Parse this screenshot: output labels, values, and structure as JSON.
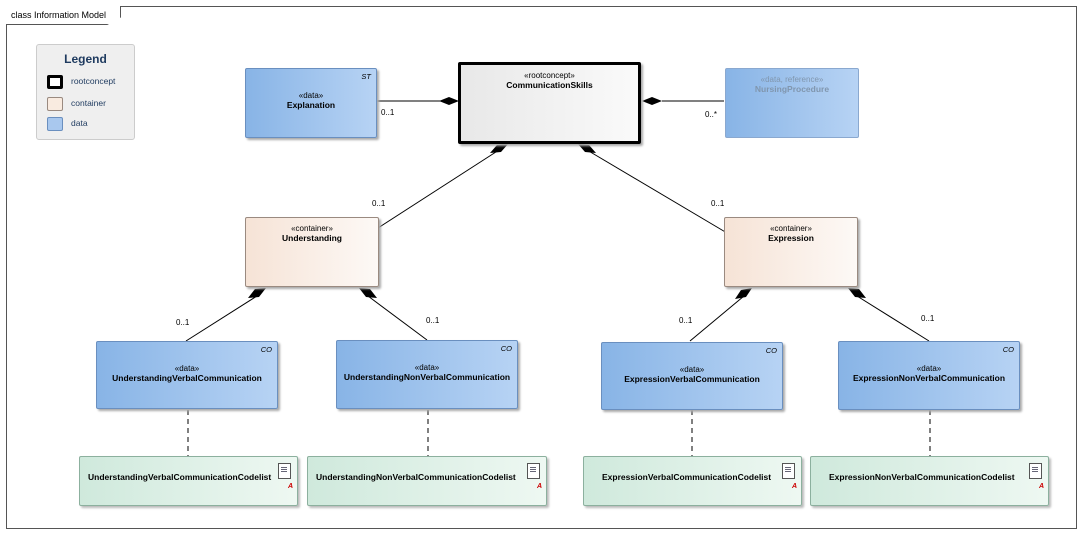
{
  "frame": {
    "title": "class Information Model"
  },
  "legend": {
    "title": "Legend",
    "items": [
      {
        "label": "rootconcept",
        "fill": "#ffffff",
        "stroke": "#000000"
      },
      {
        "label": "container",
        "fill": "#f9ebe0",
        "stroke": "#9a8a80"
      },
      {
        "label": "data",
        "fill": "#a9c8ee",
        "stroke": "#6a8fbf"
      }
    ]
  },
  "nodes": {
    "explanation": {
      "stereotype": "«data»",
      "name": "Explanation",
      "corner": "ST"
    },
    "communication_skills": {
      "stereotype": "«rootconcept»",
      "name": "CommunicationSkills"
    },
    "nursing_procedure": {
      "stereotype": "«data, reference»",
      "name": "NursingProcedure"
    },
    "understanding": {
      "stereotype": "«container»",
      "name": "Understanding"
    },
    "expression": {
      "stereotype": "«container»",
      "name": "Expression"
    },
    "understanding_verbal": {
      "stereotype": "«data»",
      "name": "UnderstandingVerbalCommunication",
      "corner": "CO"
    },
    "understanding_nonverbal": {
      "stereotype": "«data»",
      "name": "UnderstandingNonVerbalCommunication",
      "corner": "CO"
    },
    "expression_verbal": {
      "stereotype": "«data»",
      "name": "ExpressionVerbalCommunication",
      "corner": "CO"
    },
    "expression_nonverbal": {
      "stereotype": "«data»",
      "name": "ExpressionNonVerbalCommunication",
      "corner": "CO"
    },
    "cl_understanding_verbal": {
      "name": "UnderstandingVerbalCommunicationCodelist",
      "badge": "A"
    },
    "cl_understanding_nonverbal": {
      "name": "UnderstandingNonVerbalCommunicationCodelist",
      "badge": "A"
    },
    "cl_expression_verbal": {
      "name": "ExpressionVerbalCommunicationCodelist",
      "badge": "A"
    },
    "cl_expression_nonverbal": {
      "name": "ExpressionNonVerbalCommunicationCodelist",
      "badge": "A"
    }
  },
  "multiplicities": {
    "explanation": "0..1",
    "nursing_procedure": "0..*",
    "understanding": "0..1",
    "expression": "0..1",
    "understanding_verbal": "0..1",
    "understanding_nonverbal": "0..1",
    "expression_verbal": "0..1",
    "expression_nonverbal": "0..1"
  }
}
